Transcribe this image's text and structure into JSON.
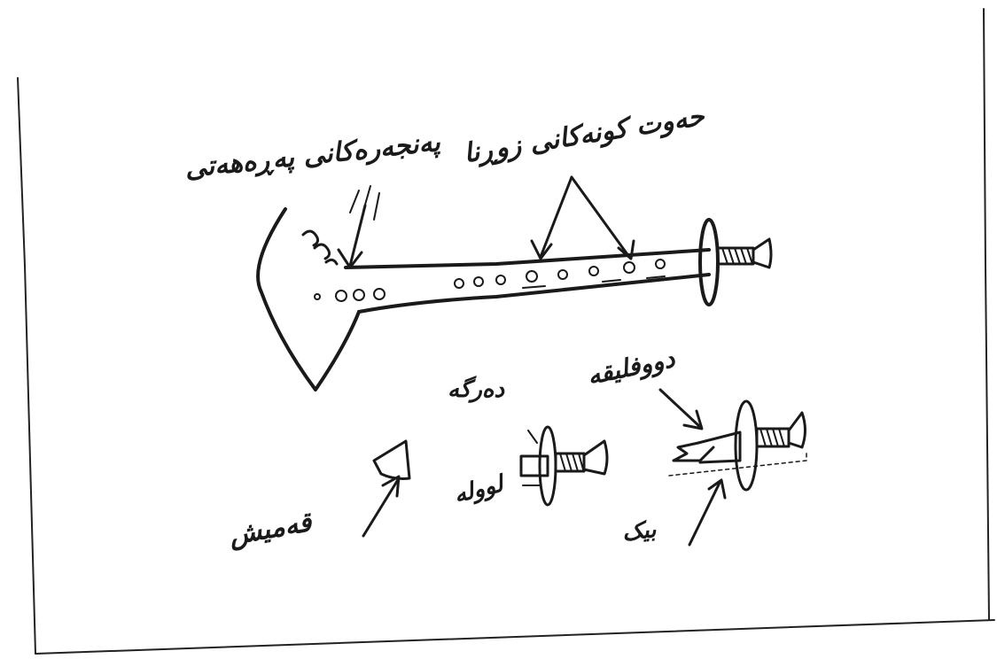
{
  "labels": {
    "blowholes": "پەنجەرەکانی پەڕەهەتی",
    "seven_holes": "حەوت کونەکانی زوڕنا",
    "dargah": "دەرگە",
    "double_reed": "دووفلیقە",
    "tube": "لوولە",
    "reed_holder": "قەمیش",
    "staple": "بیک"
  },
  "colors": {
    "ink": "#1a1a1a",
    "paper": "#ffffff",
    "frame": "#222222"
  }
}
